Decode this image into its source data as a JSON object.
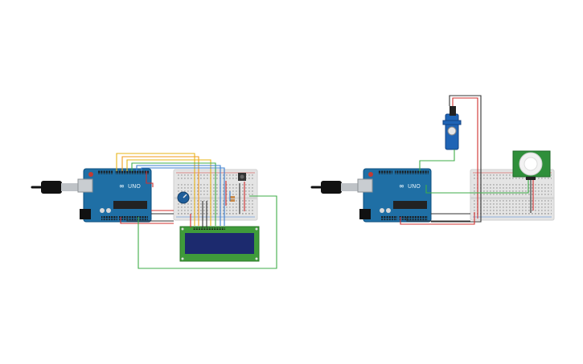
{
  "circuit_left": {
    "board_label": "UNO",
    "components": [
      "arduino-uno",
      "usb-cable",
      "breadboard-small",
      "potentiometer",
      "lcd-16x2",
      "pushbutton",
      "resistor"
    ]
  },
  "circuit_right": {
    "board_label": "UNO",
    "components": [
      "arduino-uno",
      "usb-cable",
      "breadboard-small",
      "micro-servo",
      "pir-sensor"
    ]
  },
  "colors": {
    "board_blue": "#1f6fa5",
    "board_dark": "#0d4f7f",
    "wire_red": "#d0302f",
    "wire_black": "#333333",
    "wire_green": "#3fae49",
    "wire_yellow": "#e7b416",
    "wire_orange": "#f29b1d",
    "wire_blue": "#3b7fd0",
    "lcd_green": "#3f9b3a",
    "lcd_screen": "#1c2a6e",
    "breadboard": "#e4e4e4",
    "pir_board": "#2f8f3a"
  }
}
